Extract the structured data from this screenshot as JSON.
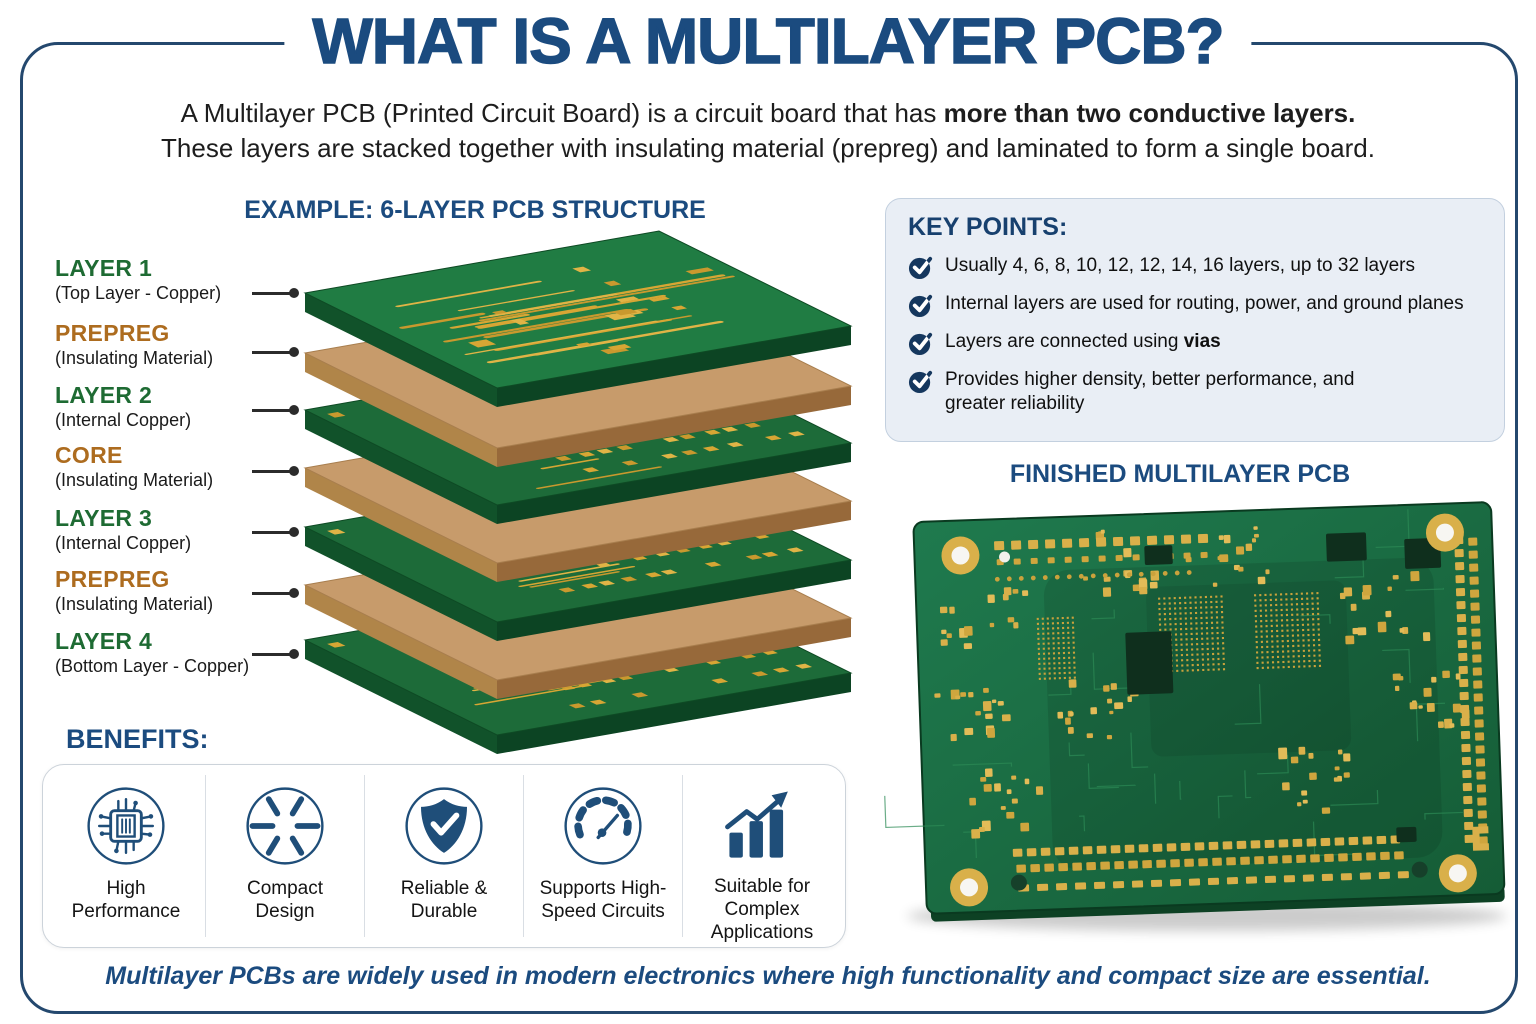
{
  "title": "WHAT IS A MULTILAYER PCB?",
  "intro": {
    "line1_normal": "A Multilayer PCB (Printed Circuit Board) is a circuit board that has ",
    "line1_bold": "more than two conductive layers.",
    "line2": "These layers are stacked together with insulating material (prepreg) and laminated to form a single board."
  },
  "stack": {
    "heading": "EXAMPLE: 6-LAYER PCB STRUCTURE",
    "layers": [
      {
        "name": "LAYER 1",
        "sub": "(Top Layer - Copper)",
        "type": "copper"
      },
      {
        "name": "PREPREG",
        "sub": "(Insulating Material)",
        "type": "insulating"
      },
      {
        "name": "LAYER 2",
        "sub": "(Internal Copper)",
        "type": "copper"
      },
      {
        "name": "CORE",
        "sub": "(Insulating Material)",
        "type": "insulating"
      },
      {
        "name": "LAYER 3",
        "sub": "(Internal Copper)",
        "type": "copper"
      },
      {
        "name": "PREPREG",
        "sub": "(Insulating Material)",
        "type": "insulating"
      },
      {
        "name": "LAYER 4",
        "sub": "(Bottom Layer - Copper)",
        "type": "copper"
      }
    ]
  },
  "key_points": {
    "heading": "KEY POINTS:",
    "check_icon": "check-circle-icon",
    "items": [
      {
        "text": "Usually 4, 6, 8, 10, 12, 12, 14, 16 layers, up to 32 layers"
      },
      {
        "text": "Internal layers are used for routing, power, and ground planes"
      },
      {
        "text": "Layers are connected using ",
        "bold": "vias"
      },
      {
        "text": "Provides higher density, better performance, and greater reliability"
      }
    ]
  },
  "finished_pcb": {
    "heading": "FINISHED MULTILAYER PCB"
  },
  "benefits": {
    "heading": "BENEFITS:",
    "items": [
      {
        "icon": "chip-icon",
        "label": "High Performance"
      },
      {
        "icon": "compress-icon",
        "label": "Compact Design"
      },
      {
        "icon": "shield-check-icon",
        "label": "Reliable & Durable"
      },
      {
        "icon": "gauge-icon",
        "label": "Supports High-Speed Circuits"
      },
      {
        "icon": "growth-chart-icon",
        "label": "Suitable for Complex Applications"
      }
    ]
  },
  "footer": {
    "text": "Multilayer PCBs are widely used in modern electronics where high functionality and compact size are essential."
  },
  "colors": {
    "title_navy": "#1b4b7f",
    "icon_navy": "#1f4e79",
    "check_navy": "#15375e",
    "layer_label_green": "#1e6b33",
    "insulation_label_brown": "#ad6c1f",
    "pcb_green": "#1d6b39",
    "prepreg_tan": "#c79b6b",
    "trace_gold": "#d7a634",
    "panel_bg": "#e9eef5"
  }
}
